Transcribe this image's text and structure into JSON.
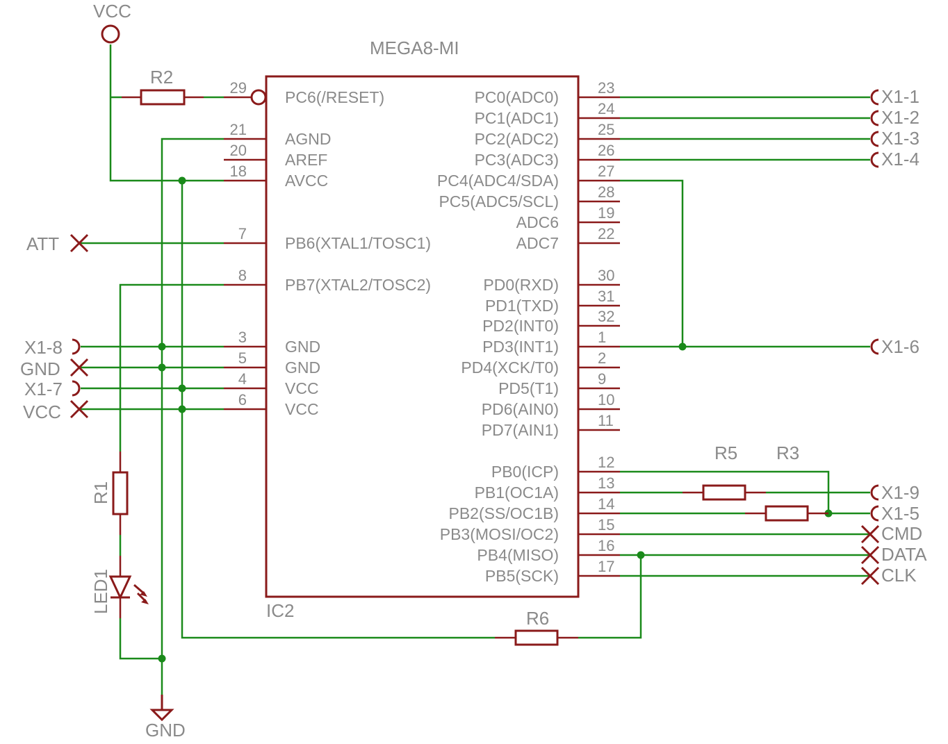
{
  "ic": {
    "value": "MEGA8-MI",
    "name": "IC2",
    "left_pins": [
      {
        "num": "29",
        "name": "PC6(/RESET)"
      },
      {
        "num": "21",
        "name": "AGND"
      },
      {
        "num": "20",
        "name": "AREF"
      },
      {
        "num": "18",
        "name": "AVCC"
      },
      {
        "num": "7",
        "name": "PB6(XTAL1/TOSC1)"
      },
      {
        "num": "8",
        "name": "PB7(XTAL2/TOSC2)"
      },
      {
        "num": "3",
        "name": "GND"
      },
      {
        "num": "5",
        "name": "GND"
      },
      {
        "num": "4",
        "name": "VCC"
      },
      {
        "num": "6",
        "name": "VCC"
      }
    ],
    "right_pins": [
      {
        "num": "23",
        "name": "PC0(ADC0)"
      },
      {
        "num": "24",
        "name": "PC1(ADC1)"
      },
      {
        "num": "25",
        "name": "PC2(ADC2)"
      },
      {
        "num": "26",
        "name": "PC3(ADC3)"
      },
      {
        "num": "27",
        "name": "PC4(ADC4/SDA)"
      },
      {
        "num": "28",
        "name": "PC5(ADC5/SCL)"
      },
      {
        "num": "19",
        "name": "ADC6"
      },
      {
        "num": "22",
        "name": "ADC7"
      },
      {
        "num": "30",
        "name": "PD0(RXD)"
      },
      {
        "num": "31",
        "name": "PD1(TXD)"
      },
      {
        "num": "32",
        "name": "PD2(INT0)"
      },
      {
        "num": "1",
        "name": "PD3(INT1)"
      },
      {
        "num": "2",
        "name": "PD4(XCK/T0)"
      },
      {
        "num": "9",
        "name": "PD5(T1)"
      },
      {
        "num": "10",
        "name": "PD6(AIN0)"
      },
      {
        "num": "11",
        "name": "PD7(AIN1)"
      },
      {
        "num": "12",
        "name": "PB0(ICP)"
      },
      {
        "num": "13",
        "name": "PB1(OC1A)"
      },
      {
        "num": "14",
        "name": "PB2(SS/OC1B)"
      },
      {
        "num": "15",
        "name": "PB3(MOSI/OC2)"
      },
      {
        "num": "16",
        "name": "PB4(MISO)"
      },
      {
        "num": "17",
        "name": "PB5(SCK)"
      }
    ]
  },
  "components": {
    "r1": "R1",
    "r2": "R2",
    "r3": "R3",
    "r5": "R5",
    "r6": "R6",
    "led1": "LED1"
  },
  "supplies": {
    "vcc_top": "VCC",
    "gnd_bottom": "GND"
  },
  "left_connectors": {
    "att": "ATT",
    "x1_8": "X1-8",
    "gnd": "GND",
    "x1_7": "X1-7",
    "vcc": "VCC"
  },
  "right_connectors": {
    "x1_1": "X1-1",
    "x1_2": "X1-2",
    "x1_3": "X1-3",
    "x1_4": "X1-4",
    "x1_6": "X1-6",
    "x1_9": "X1-9",
    "x1_5": "X1-5",
    "cmd": "CMD",
    "data": "DATA",
    "clk": "CLK"
  },
  "colors": {
    "wire": "#1a8a1a",
    "symbol": "#8a1a1a",
    "text": "#8a8a8a"
  }
}
